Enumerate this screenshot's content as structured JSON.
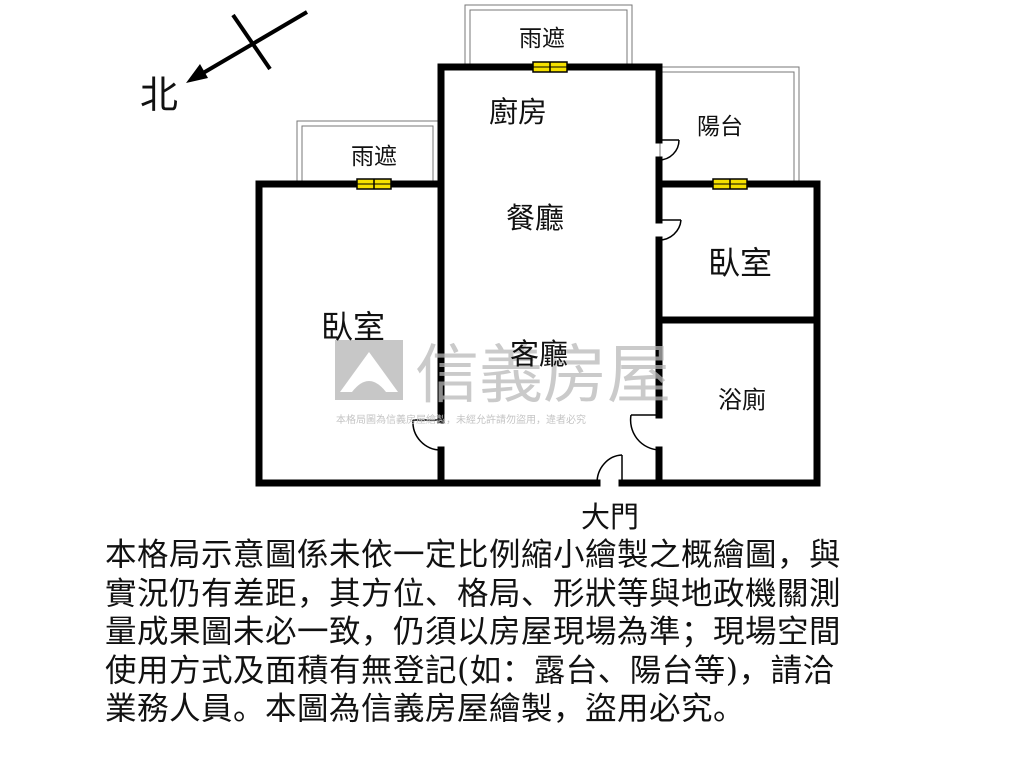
{
  "compass": {
    "label": "北"
  },
  "rooms": {
    "canopy_top": "雨遮",
    "canopy_left": "雨遮",
    "kitchen": "廚房",
    "balcony": "陽台",
    "dining": "餐廳",
    "bedroom_right": "臥室",
    "bedroom_left": "臥室",
    "living": "客廳",
    "bathroom": "浴廁",
    "main_door": "大門"
  },
  "watermark": {
    "brand": "信義房屋",
    "notice": "本格局圖為信義房屋繪製，未經允許請勿盜用，違者必究"
  },
  "disclaimer": {
    "lines": [
      "本格局示意圖係未依一定比例縮小繪製之概繪圖，與",
      "實況仍有差距，其方位、格局、形狀等與地政機關測",
      "量成果圖未必一致，仍須以房屋現場為準；現場空間",
      "使用方式及面積有無登記(如：露台、陽台等)，請洽",
      "業務人員。本圖為信義房屋繪製，盜用必究。"
    ]
  }
}
